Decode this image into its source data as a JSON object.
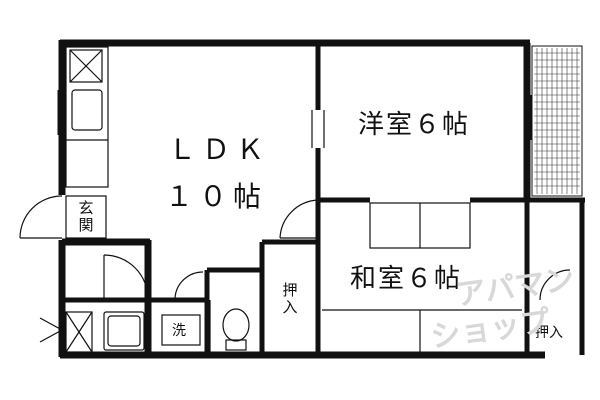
{
  "rooms": {
    "ldk_title": "ＬＤＫ",
    "ldk_size": "１０帖",
    "western": "洋室６帖",
    "japanese": "和室６帖",
    "entrance": "玄関",
    "closet_center": "押入",
    "closet_right": "押入",
    "washer": "洗"
  },
  "watermark": {
    "line1": "アパマン",
    "line2": "ショップ"
  }
}
